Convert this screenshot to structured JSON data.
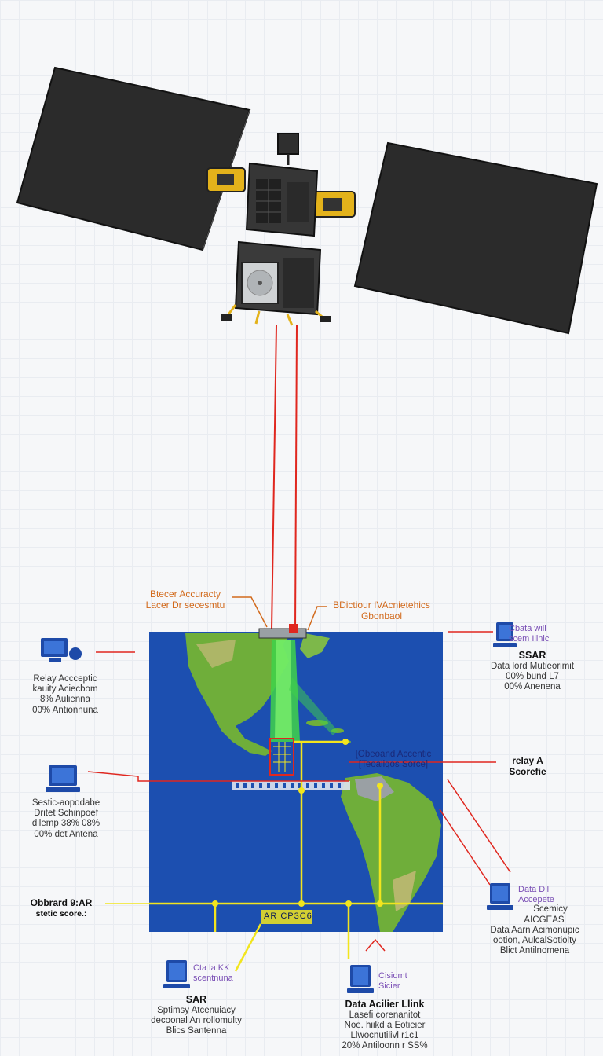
{
  "callouts": {
    "laser": {
      "line1": "Btecer Accuracty",
      "line2": "Lacer Dr secesmtu"
    },
    "bdiction": {
      "line1": "BDictiour IVAcnietehics",
      "line2": "Gbonbaol"
    },
    "relay_accept": {
      "line1": "Relay Accceptic",
      "line2": "kauity Aciecbom",
      "line3": "8% Aulienna",
      "line4": "00% Antionnuna"
    },
    "ssar_right": {
      "line1": "Cbata will",
      "line2": "scem Ilinic",
      "title": "SSAR",
      "line3": "Data lord Mutieorimit",
      "line4": "00% bund L7",
      "line5": "00% Anenena"
    },
    "map_acceptic": {
      "line1": "[Obeoand Accentic",
      "line2": "[Teoaiiqos Sorce]"
    },
    "relay_a": {
      "line1": "relay A",
      "line2": "Scorefie"
    },
    "sestic": {
      "line1": "Sestic-aopodabe",
      "line2": "Dritet Schinpoef",
      "line3": "dilemp 38% 08%",
      "line4": "00% det Antena"
    },
    "onboard": {
      "line1": "Obbrard 9:AR",
      "line2": "stetic score.:"
    },
    "data_dii": {
      "line1": "Data Dil",
      "line2": "Accepete",
      "line3": "Scemicy",
      "line4": "AICGEAS",
      "line5": "Data Aarn Acimonupic",
      "line6": "ootion, AulcalSotiolty",
      "line7": "Blict Antilnomena"
    },
    "sar_bottom": {
      "line1": "Cta la KK",
      "line2": "scentnuna",
      "title": "SAR",
      "line3": "Sptimsy Atcenuiacy",
      "line4": "decoonal An rollomulty",
      "line5": "Blics Santenna"
    },
    "data_link": {
      "line1": "Cisiomt",
      "line2": "Sicier",
      "title": "Data Acilier Llink",
      "line3": "Lasefi corenanitot",
      "line4": "Noe. hiikd a Eotieier",
      "line5": "Llwocnutilivl r1c1",
      "line6": "20% Antiloonn r SS%"
    },
    "map_code": "AR CP3C6"
  },
  "colors": {
    "ocean": "#1c4fb0",
    "land": "#6fae3a",
    "beam_red": "#e0271f",
    "link_yellow": "#f2e51d",
    "panel": "#2b2b2b",
    "gold": "#e3b21b",
    "label_orange": "#d26a1c",
    "label_purple": "#7a4fb5",
    "icon_blue": "#1e4aa8"
  }
}
